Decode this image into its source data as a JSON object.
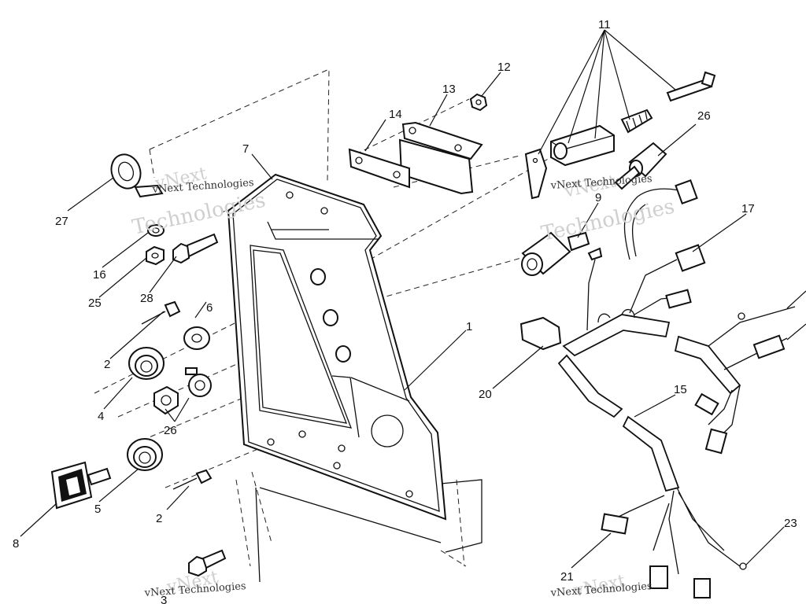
{
  "diagram": {
    "callouts": [
      "1",
      "2",
      "2",
      "3",
      "4",
      "5",
      "6",
      "7",
      "8",
      "9",
      "11",
      "12",
      "13",
      "14",
      "15",
      "16",
      "17",
      "20",
      "21",
      "23",
      "25",
      "26",
      "26",
      "27",
      "28"
    ],
    "watermark_lines": [
      "vNext",
      "Technologies"
    ]
  }
}
